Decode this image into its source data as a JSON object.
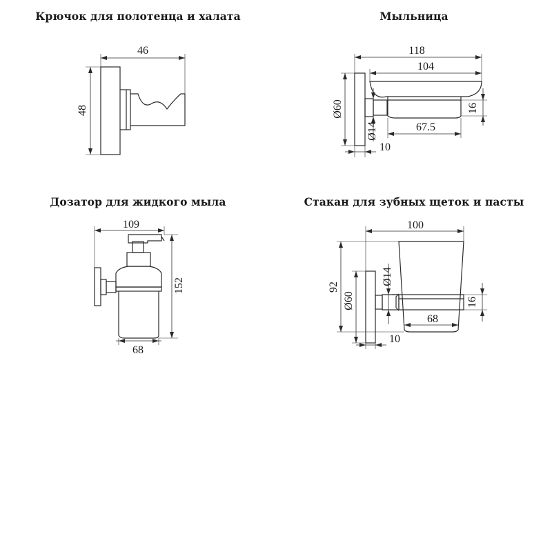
{
  "drawings": {
    "hook": {
      "title": "Крючок для полотенца и халата",
      "dims": {
        "width": "46",
        "height": "48"
      }
    },
    "soap_dish": {
      "title": "Мыльница",
      "dims": {
        "overall": "118",
        "tray": "104",
        "plate_diameter": "Ø60",
        "stem_diameter": "Ø14",
        "tray_height": "16",
        "depth": "67.5",
        "offset": "10"
      }
    },
    "dispenser": {
      "title": "Дозатор для жидкого мыла",
      "dims": {
        "width": "109",
        "height": "152",
        "bottle": "68"
      }
    },
    "tumbler": {
      "title": "Стакан для зубных щеток и пасты",
      "dims": {
        "width": "100",
        "height": "92",
        "plate_diameter": "Ø60",
        "stem_diameter": "Ø14",
        "ring_height": "16",
        "cup": "68",
        "offset": "10"
      }
    }
  }
}
